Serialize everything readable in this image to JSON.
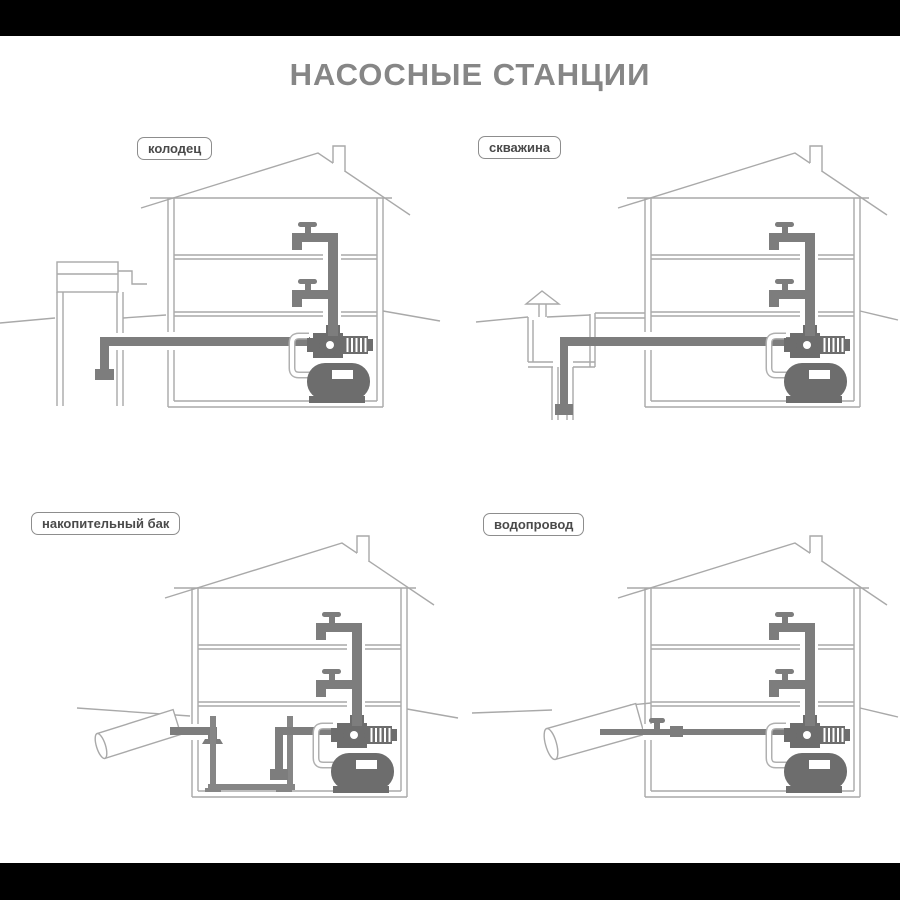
{
  "title": "НАСОСНЫЕ СТАНЦИИ",
  "diagrams": [
    {
      "id": "well",
      "label": "колодец"
    },
    {
      "id": "borehole",
      "label": "скважина"
    },
    {
      "id": "storage_tank",
      "label": "накопительный бак"
    },
    {
      "id": "water_main",
      "label": "водопровод"
    }
  ],
  "colors": {
    "background": "#ffffff",
    "letterbox": "#000000",
    "outline_gray": "#a9a9a9",
    "pipe_gray": "#7d7d7d",
    "pump_gray": "#6d6d6d",
    "tank_gray": "#868686",
    "title_gray": "#868686",
    "label_text": "#4a4a4a"
  }
}
